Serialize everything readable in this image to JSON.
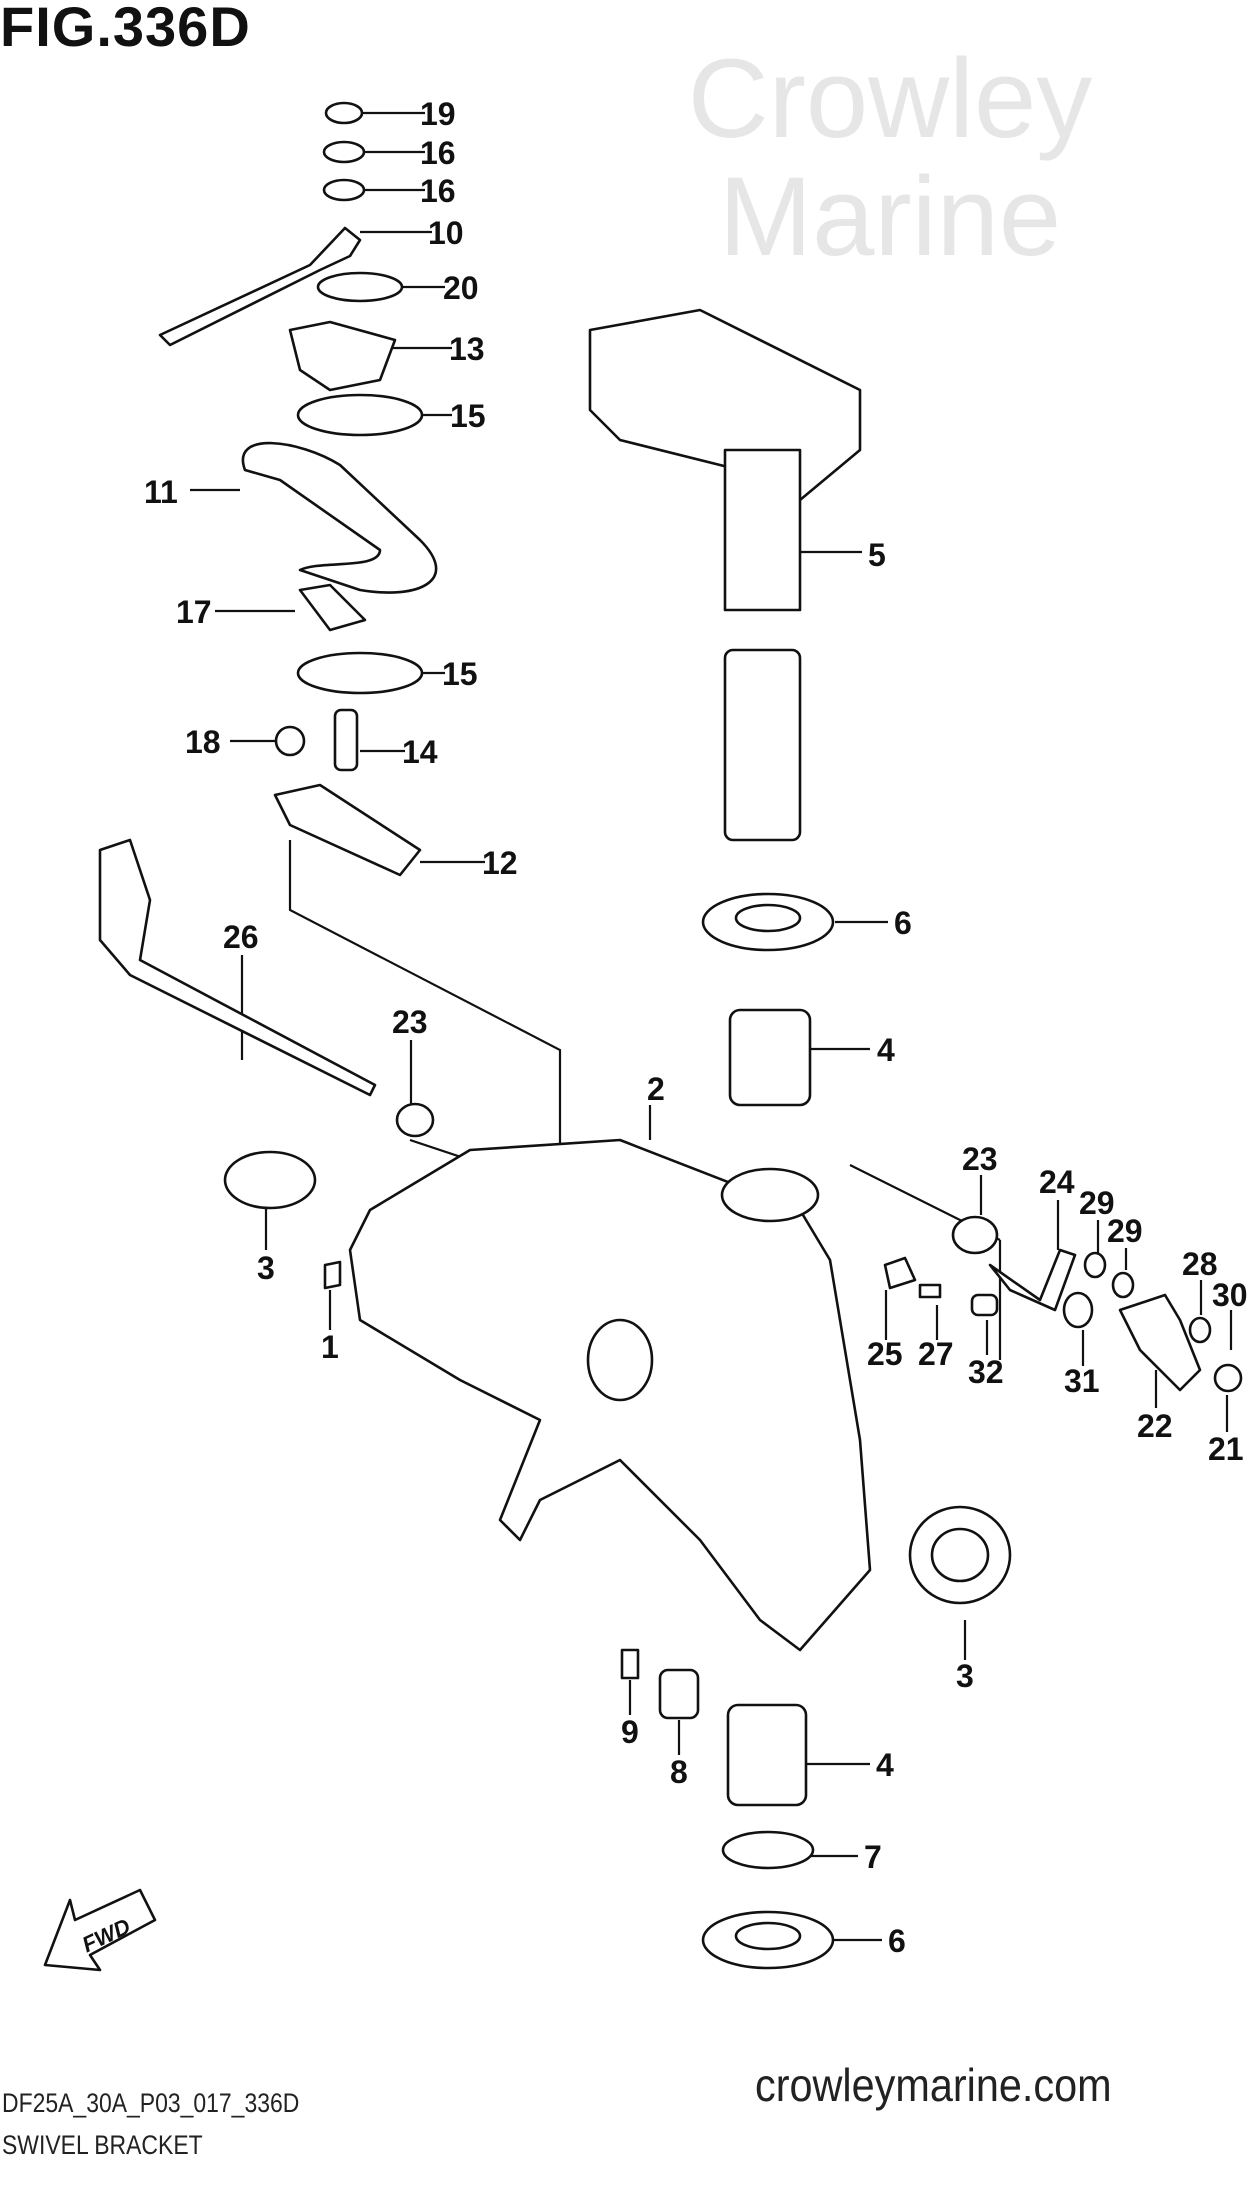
{
  "figure_title": "FIG.336D",
  "watermark": "Crowley Marine",
  "diagram_code": "DF25A_30A_P03_017_336D",
  "diagram_name": "SWIVEL BRACKET",
  "website": "crowleymarine.com",
  "fwd_label": "FWD",
  "callouts": [
    "19",
    "16",
    "16",
    "10",
    "20",
    "13",
    "15",
    "11",
    "5",
    "17",
    "15",
    "18",
    "14",
    "12",
    "6",
    "26",
    "23",
    "4",
    "2",
    "23",
    "24",
    "29",
    "29",
    "28",
    "30",
    "3",
    "1",
    "25",
    "27",
    "32",
    "31",
    "22",
    "21",
    "3",
    "9",
    "8",
    "4",
    "7",
    "6"
  ]
}
